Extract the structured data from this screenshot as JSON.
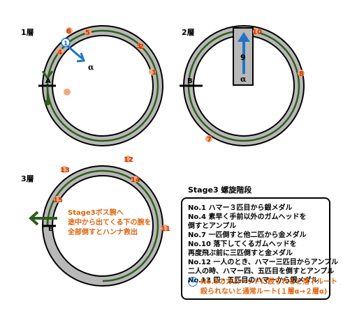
{
  "floors": {
    "floor1": {
      "title": "1層",
      "alpha": "α",
      "route_marker": "1",
      "point_a": "A"
    },
    "floor2": {
      "title": "2層",
      "alpha": "α",
      "route_num": "9",
      "point_b": "B"
    },
    "floor3": {
      "title": "3層",
      "point_b": "B",
      "boss_note": [
        "Stage3ボス腕へ",
        "途中から出てくる下の腕を",
        "全部倒すとハンナ救出"
      ]
    }
  },
  "enemies": {
    "floor1": [
      "1",
      "2",
      "3",
      "4",
      "5",
      "6"
    ],
    "floor2": [
      "7",
      "8",
      "10"
    ],
    "floor3": [
      "11",
      "12",
      "13",
      "14",
      "15"
    ]
  },
  "legend": {
    "title": "Stage3 螺旋階段",
    "lines": [
      "No.1 ハマー３匹目から銀メダル",
      "No.4 素早く手前以外のガムヘッドを",
      "倒すとアンプル",
      "No.7 一匹倒すと他二匹から金メダル",
      "No.10 落下してくるガムヘッドを",
      "再度飛ぶ前に三匹倒すと金メダル",
      "No.12 一人のとき、ハマー三匹目からアンプル",
      "二人の時、ハマー四、五匹目を倒すとアンプル",
      "No.13 四・五匹目のハマーから銀メダル"
    ],
    "note_marker": "1",
    "note_lines": [
      "No.6のガムヘッドに殴られると落下ルート",
      "殴られないと通常ルート(１層α→２層α)"
    ]
  },
  "colors": {
    "track": "#b8b8b8",
    "outline": "#000000",
    "route": "#2e5e1a",
    "enemy": "#f3a97d",
    "label_orange": "#e0620c",
    "blue": "#1f74c7"
  }
}
